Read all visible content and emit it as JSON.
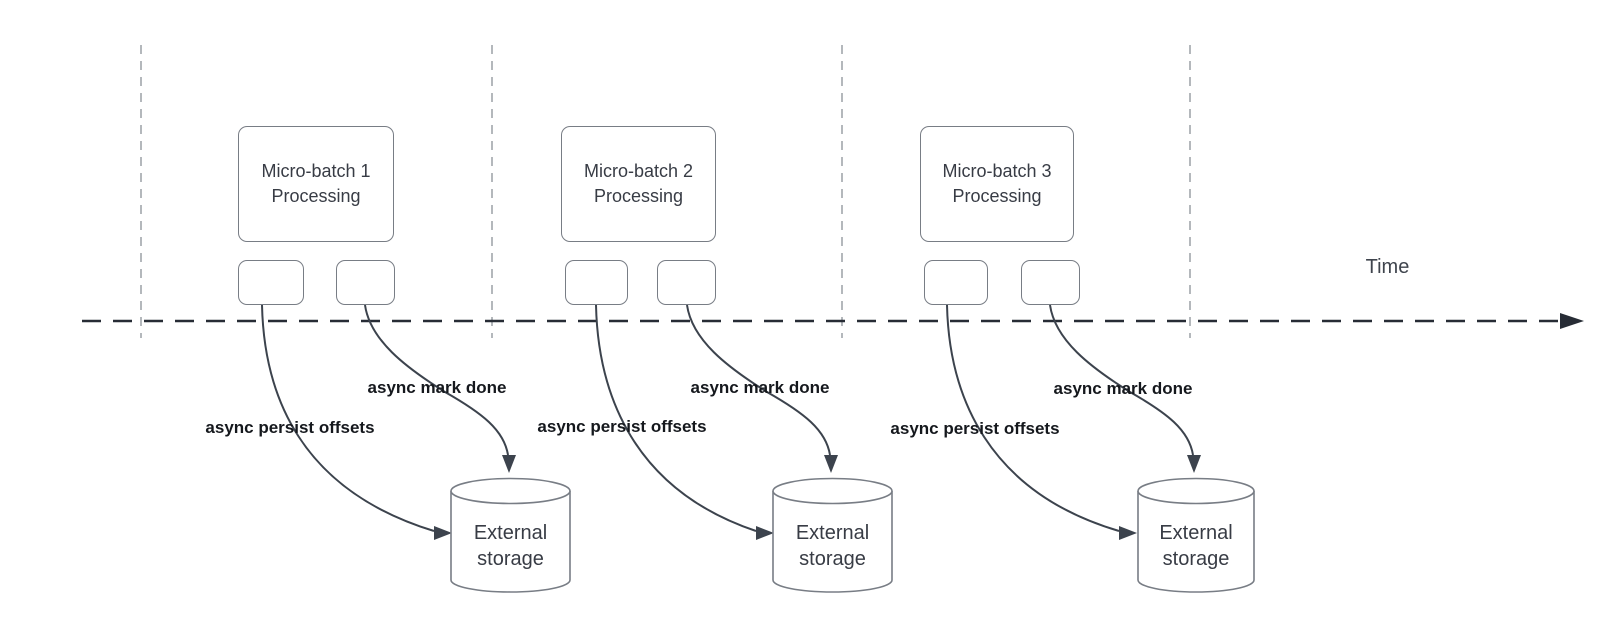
{
  "diagram": {
    "timeline_label": "Time",
    "groups": [
      {
        "title": "Micro-batch 1\nProcessing",
        "persist_label": "async persist offsets",
        "done_label": "async mark done",
        "storage": "External\nstorage"
      },
      {
        "title": "Micro-batch 2\nProcessing",
        "persist_label": "async persist offsets",
        "done_label": "async mark done",
        "storage": "External\nstorage"
      },
      {
        "title": "Micro-batch 3\nProcessing",
        "persist_label": "async persist offsets",
        "done_label": "async mark done",
        "storage": "External\nstorage"
      }
    ]
  },
  "colors": {
    "background": "#ffffff",
    "shape_stroke": "#787d85",
    "arrow_stroke": "#3c434d",
    "timeline_stroke": "#272c35",
    "gridline_stroke": "#9ba0a6",
    "shape_text": "#383c45",
    "bold_label_text": "#15181d"
  }
}
